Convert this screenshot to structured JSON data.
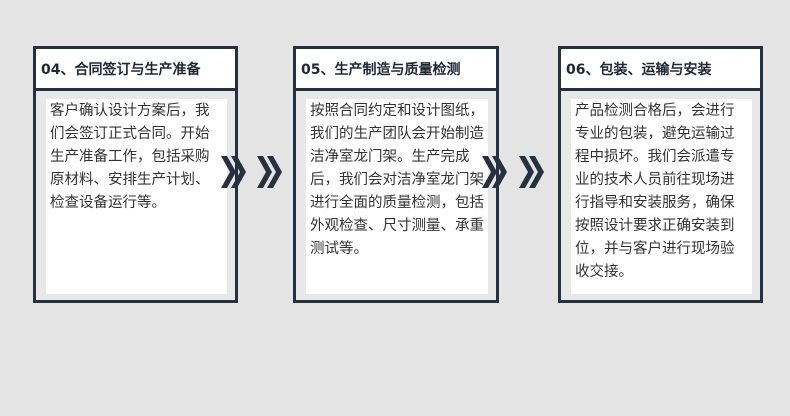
{
  "steps": [
    {
      "title": "04、合同签订与生产准备",
      "text": "客户确认设计方案后，我们会签订正式合同。开始生产准备工作，包括采购原材料、安排生产计划、检查设备运行等。"
    },
    {
      "title": "05、生产制造与质量检测",
      "text": "按照合同约定和设计图纸，我们的生产团队会开始制造洁净室龙门架。生产完成后，我们会对洁净室龙门架进行全面的质量检测，包括外观检查、尺寸测量、承重测试等。"
    },
    {
      "title": "06、包装、运输与安装",
      "text": "产品检测合格后，会进行专业的包装，避免运输过程中损坏。我们会派遣专业的技术人员前往现场进行指导和安装服务，确保按照设计要求正确安装到位，并与客户进行现场验收交接。"
    }
  ],
  "colors": {
    "border": "#263040",
    "background": "#e4e4e4",
    "text": "#333333"
  },
  "icons": {
    "arrow": "double-chevron-right-icon"
  }
}
